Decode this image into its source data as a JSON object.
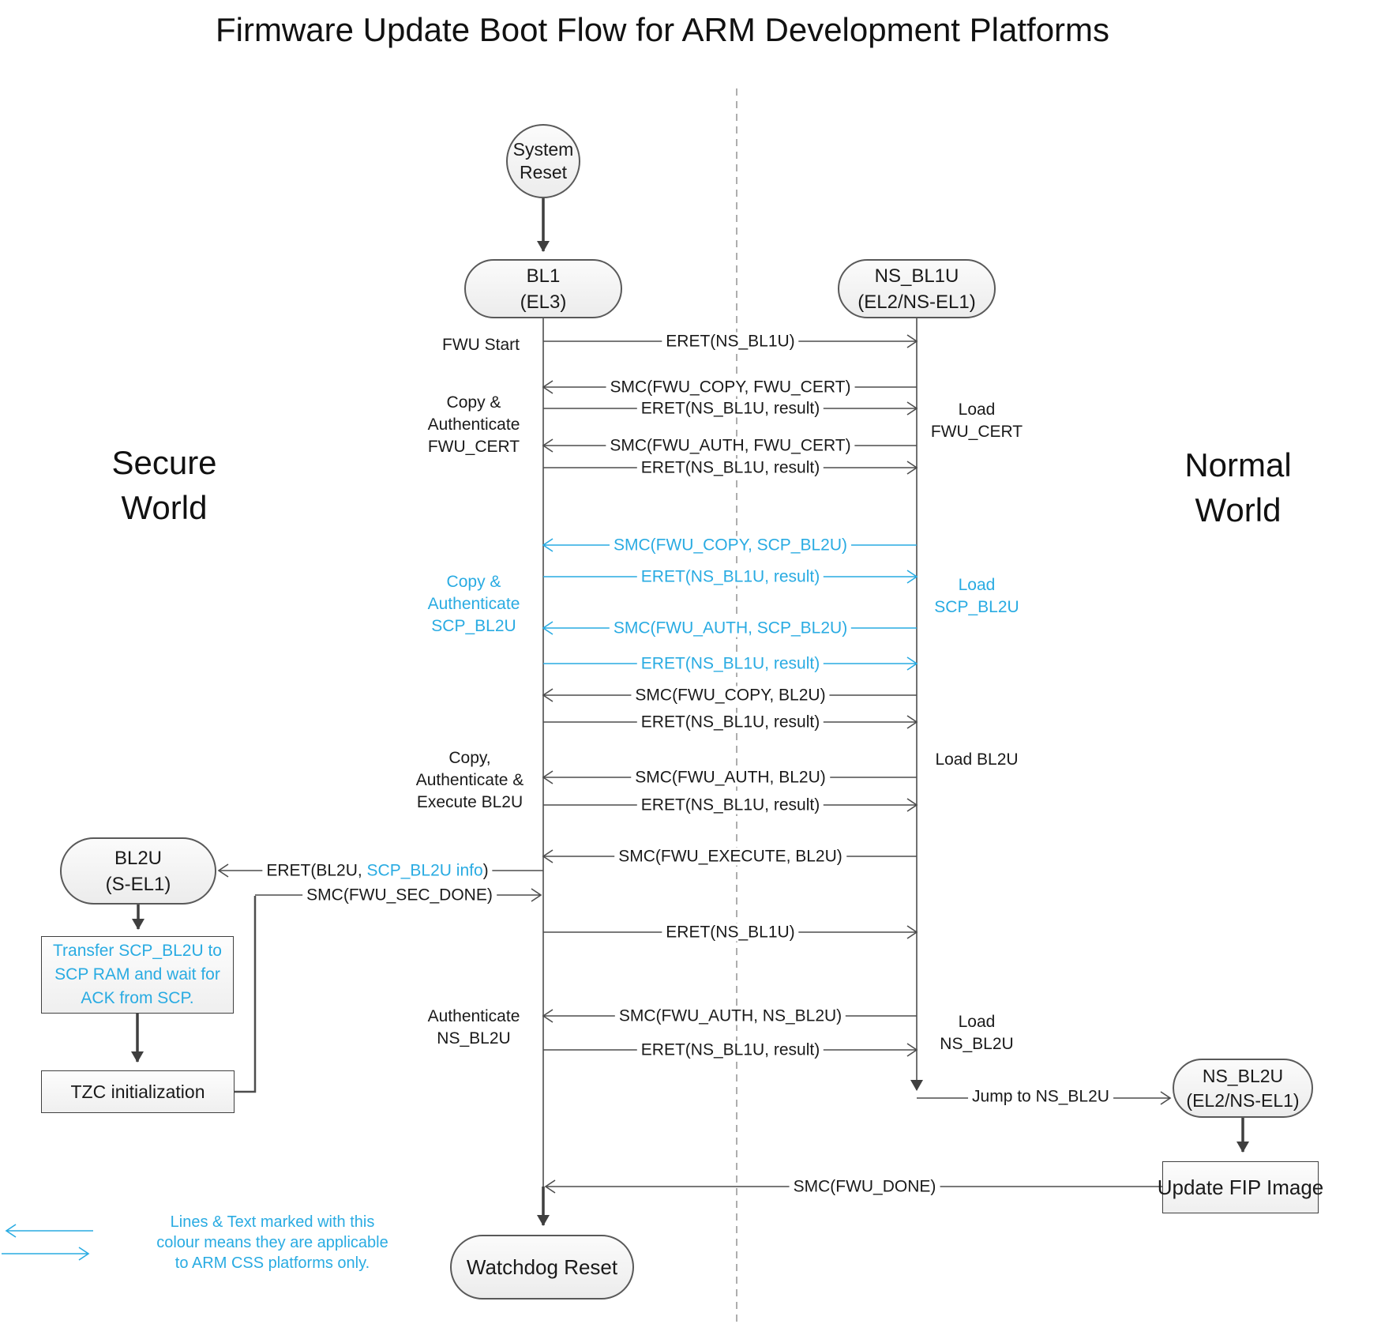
{
  "title": "Firmware Update Boot Flow for ARM Development Platforms",
  "colors": {
    "css_only_cyan": "#29ABE2",
    "line_gray": "#4d4d4d"
  },
  "worlds": {
    "secure": [
      "Secure",
      "World"
    ],
    "normal": [
      "Normal",
      "World"
    ]
  },
  "nodes": {
    "system_reset": [
      "System",
      "Reset"
    ],
    "bl1": [
      "BL1",
      "(EL3)"
    ],
    "ns_bl1u": [
      "NS_BL1U",
      "(EL2/NS-EL1)"
    ],
    "bl2u": [
      "BL2U",
      "(S-EL1)"
    ],
    "ns_bl2u": [
      "NS_BL2U",
      "(EL2/NS-EL1)"
    ],
    "watchdog_reset": [
      "Watchdog Reset"
    ],
    "transfer": [
      "Transfer SCP_BL2U to",
      "SCP RAM and wait for",
      "ACK from SCP."
    ],
    "tzc": [
      "TZC initialization"
    ],
    "update_fip": [
      "Update FIP Image"
    ]
  },
  "messages": [
    {
      "label": "ERET(NS_BL1U)",
      "css_only": false
    },
    {
      "label": "SMC(FWU_COPY, FWU_CERT)",
      "css_only": false
    },
    {
      "label": "ERET(NS_BL1U, result)",
      "css_only": false
    },
    {
      "label": "SMC(FWU_AUTH, FWU_CERT)",
      "css_only": false
    },
    {
      "label": "ERET(NS_BL1U, result)",
      "css_only": false
    },
    {
      "label": "SMC(FWU_COPY, SCP_BL2U)",
      "css_only": true
    },
    {
      "label": "ERET(NS_BL1U, result)",
      "css_only": true
    },
    {
      "label": "SMC(FWU_AUTH, SCP_BL2U)",
      "css_only": true
    },
    {
      "label": "ERET(NS_BL1U, result)",
      "css_only": true
    },
    {
      "label": "SMC(FWU_COPY, BL2U)",
      "css_only": false
    },
    {
      "label": "ERET(NS_BL1U, result)",
      "css_only": false
    },
    {
      "label": "SMC(FWU_AUTH, BL2U)",
      "css_only": false
    },
    {
      "label": "ERET(NS_BL1U, result)",
      "css_only": false
    },
    {
      "label": "SMC(FWU_EXECUTE, BL2U)",
      "css_only": false
    },
    {
      "label": "SMC(FWU_SEC_DONE)",
      "css_only": false
    },
    {
      "label": "ERET(NS_BL1U)",
      "css_only": false
    },
    {
      "label": "SMC(FWU_AUTH, NS_BL2U)",
      "css_only": false
    },
    {
      "label": "ERET(NS_BL1U, result)",
      "css_only": false
    },
    {
      "label": "Jump to NS_BL2U",
      "css_only": false
    },
    {
      "label": "SMC(FWU_DONE)",
      "css_only": false
    }
  ],
  "eret_bl2u": {
    "pre": "ERET(BL2U, ",
    "highlight": "SCP_BL2U info",
    "post": ")"
  },
  "phase_labels": {
    "fwu_start": "FWU Start",
    "copy_auth_fwu_cert": [
      "Copy &",
      "Authenticate",
      "FWU_CERT"
    ],
    "copy_auth_scp_bl2u": [
      "Copy &",
      "Authenticate",
      "SCP_BL2U"
    ],
    "copy_auth_exec_bl2u": [
      "Copy,",
      "Authenticate &",
      "Execute BL2U"
    ],
    "auth_ns_bl2u": [
      "Authenticate",
      "NS_BL2U"
    ],
    "load_fwu_cert": [
      "Load",
      "FWU_CERT"
    ],
    "load_scp_bl2u": [
      "Load",
      "SCP_BL2U"
    ],
    "load_bl2u": [
      "Load BL2U"
    ],
    "load_ns_bl2u": [
      "Load",
      "NS_BL2U"
    ]
  },
  "legend": {
    "lines": [
      "Lines & Text marked with this",
      "colour means they are applicable",
      "to ARM CSS platforms only."
    ]
  }
}
